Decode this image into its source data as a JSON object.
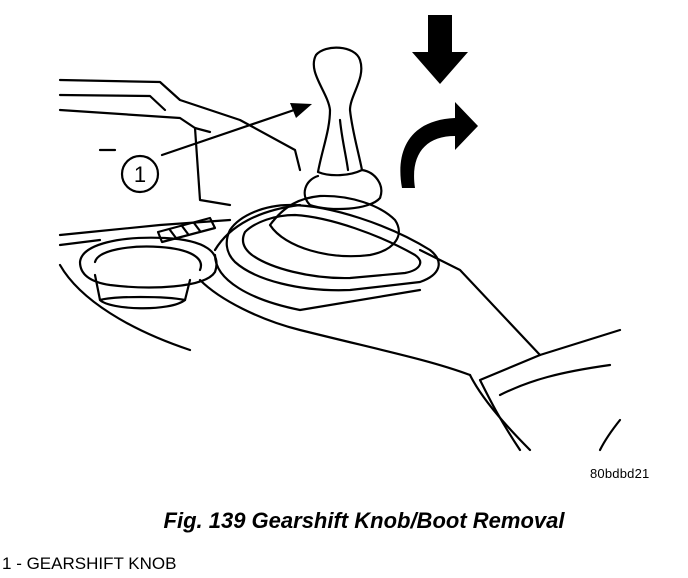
{
  "diagram": {
    "callout_number": "1",
    "code": "80bdbd21",
    "caption": "Fig. 139 Gearshift Knob/Boot Removal",
    "legend": [
      {
        "number": "1",
        "separator": " - ",
        "label": "GEARSHIFT KNOB"
      }
    ]
  },
  "colors": {
    "ink": "#000000",
    "paper": "#ffffff"
  },
  "icons": [
    "down-arrow-icon",
    "curved-arrow-icon",
    "callout-circle-icon"
  ]
}
